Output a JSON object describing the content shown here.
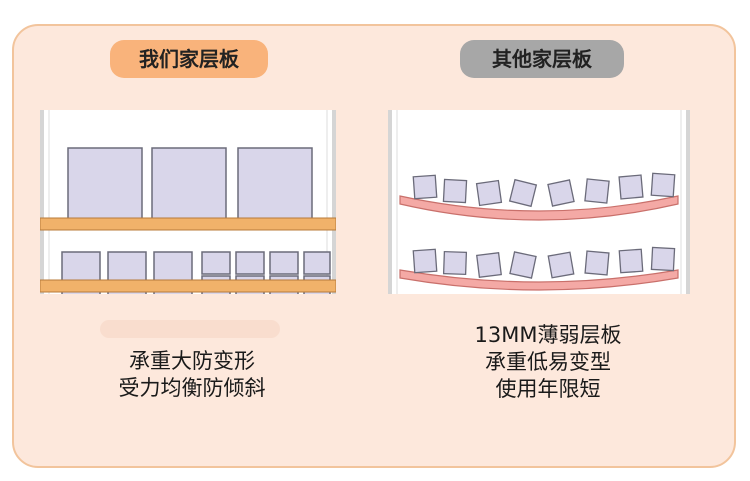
{
  "left": {
    "label": "我们家层板",
    "caption_lines": [
      "承重大防变形",
      "受力均衡防倾斜"
    ]
  },
  "right": {
    "label": "其他家层板",
    "caption_lines": [
      "13MM薄弱层板",
      "承重低易变型",
      "使用年限短"
    ]
  },
  "colors": {
    "card_bg": "#fde8dc",
    "card_border": "#f2c49c",
    "pill_ours": "#f9b37b",
    "pill_other": "#a7a7a7",
    "shelf_wood": "#f1b26a",
    "shelf_pink": "#f4a9a5",
    "box_fill": "#d9d6ea",
    "box_stroke": "#6b6b7a"
  }
}
